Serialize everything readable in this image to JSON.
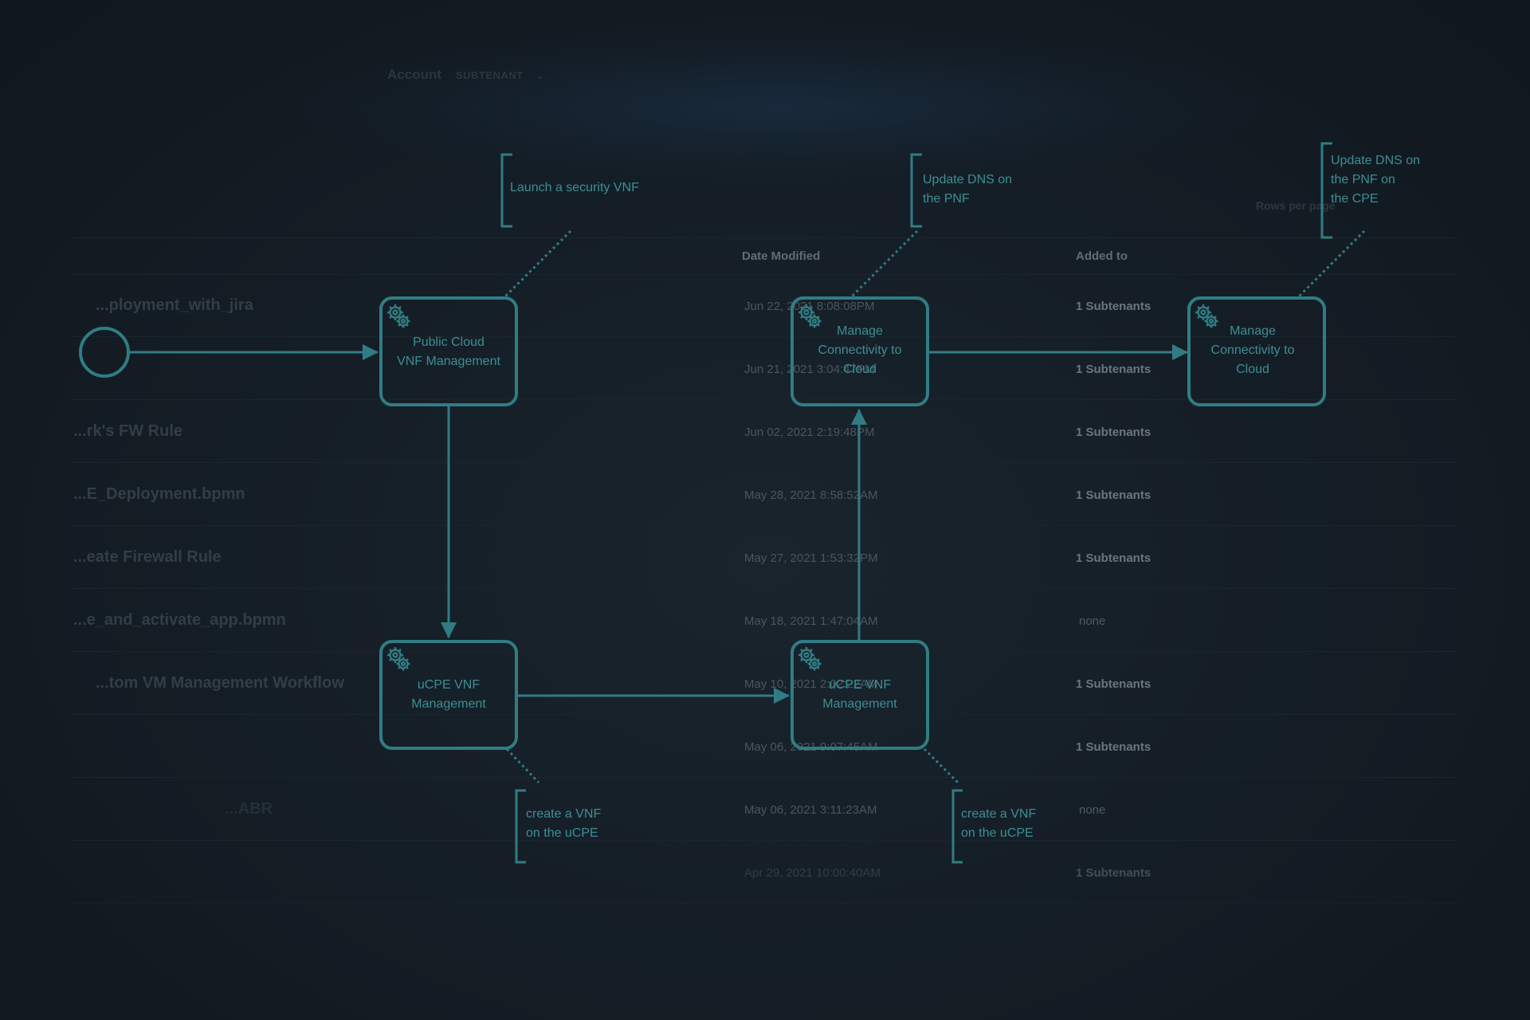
{
  "background_table": {
    "account_label": "Account",
    "subtenant_label": "SUBTENANT",
    "rows_per_page_label": "Rows per page",
    "columns": {
      "date_modified": "Date Modified",
      "added_to": "Added to"
    },
    "rows": [
      {
        "name": "...ployment_with_jira",
        "date": "Jun 22, 2021 8:08:08PM",
        "added_to": "1 Subtenants"
      },
      {
        "name": "",
        "date": "Jun 21, 2021 3:04:47PM",
        "added_to": "1 Subtenants"
      },
      {
        "name": "...rk's FW Rule",
        "date": "Jun 02, 2021 2:19:48PM",
        "added_to": "1 Subtenants"
      },
      {
        "name": "...E_Deployment.bpmn",
        "date": "May 28, 2021 8:58:52AM",
        "added_to": "1 Subtenants"
      },
      {
        "name": "...eate Firewall Rule",
        "date": "May 27, 2021 1:53:32PM",
        "added_to": "1 Subtenants"
      },
      {
        "name": "...e_and_activate_app.bpmn",
        "date": "May 18, 2021 1:47:04AM",
        "added_to": "none"
      },
      {
        "name": "...tom VM Management Workflow",
        "date": "May 10, 2021 2:02:22AM",
        "added_to": "1 Subtenants"
      },
      {
        "name": "",
        "date": "May 06, 2021 9:07:45AM",
        "added_to": "1 Subtenants"
      },
      {
        "name": "...ABR",
        "date": "May 06, 2021 3:11:23AM",
        "added_to": "none"
      },
      {
        "name": "",
        "date": "Apr 29, 2021 10:00:40AM",
        "added_to": "1 Subtenants"
      }
    ]
  },
  "diagram": {
    "start_event": {
      "icon": "start-event-circle"
    },
    "tasks": {
      "public_cloud": {
        "label_line1": "Public Cloud",
        "label_line2": "VNF Management",
        "icon": "gear-icon"
      },
      "manage_connectivity_1": {
        "label_line1": "Manage",
        "label_line2": "Connectivity to",
        "label_line3": "Cloud",
        "icon": "gear-icon"
      },
      "manage_connectivity_2": {
        "label_line1": "Manage",
        "label_line2": "Connectivity to",
        "label_line3": "Cloud",
        "icon": "gear-icon"
      },
      "ucpe_1": {
        "label_line1": "uCPE VNF",
        "label_line2": "Management",
        "icon": "gear-icon"
      },
      "ucpe_2": {
        "label_line1": "uCPE VNF",
        "label_line2": "Management",
        "icon": "gear-icon"
      }
    },
    "annotations": {
      "launch_security": {
        "line1": "Launch a security VNF"
      },
      "update_dns_pnf": {
        "line1": "Update DNS on",
        "line2": "the PNF"
      },
      "update_dns_cpe": {
        "line1": "Update DNS on",
        "line2": "the PNF on",
        "line3": "the CPE"
      },
      "create_vnf_1": {
        "line1": "create a VNF",
        "line2": "on the uCPE"
      },
      "create_vnf_2": {
        "line1": "create a VNF",
        "line2": "on the uCPE"
      }
    }
  },
  "colors": {
    "background": "#121a21",
    "diagram_stroke": "#317c84",
    "diagram_text": "#3d8e95"
  }
}
